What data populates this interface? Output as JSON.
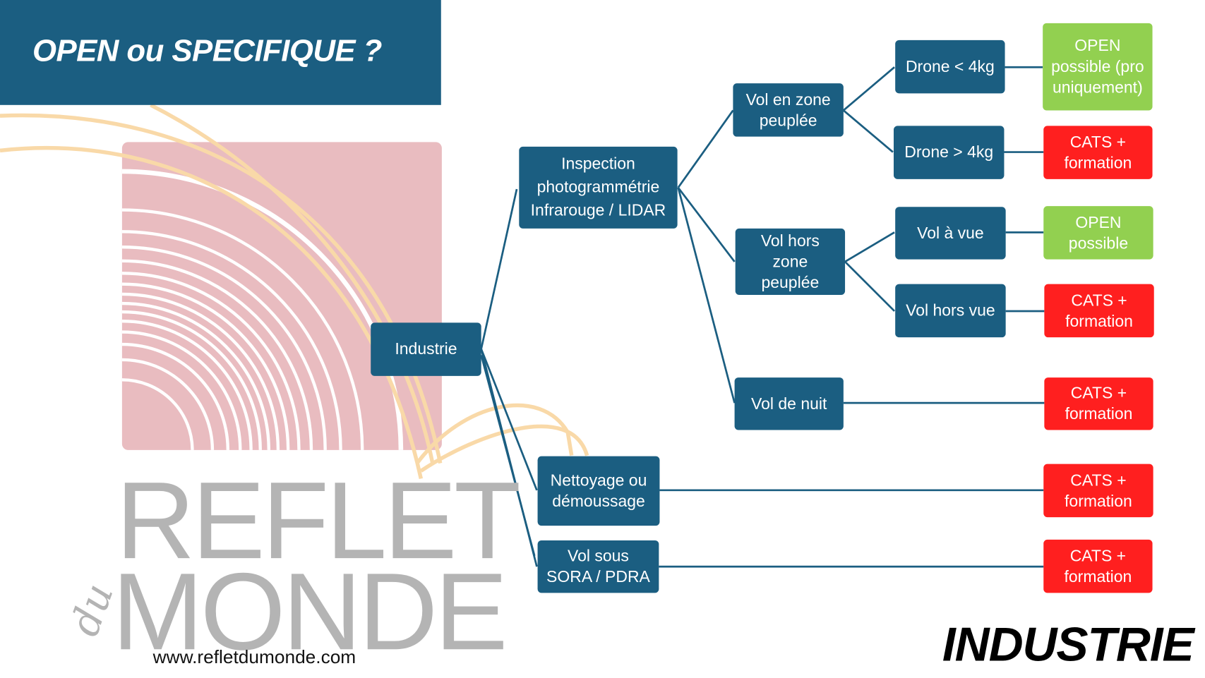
{
  "header": {
    "title": "OPEN ou SPECIFIQUE ?"
  },
  "logo": {
    "line1": "REFLET",
    "script": "du",
    "line2": "MONDE",
    "url": "www.refletdumonde.com"
  },
  "footer_title": "INDUSTRIE",
  "colors": {
    "node": "#1b5e81",
    "open": "#92d050",
    "cats": "#ff1f1f",
    "logo_pink": "#e9bcc0",
    "logo_orange": "#f9d9a8"
  },
  "tree": {
    "root": "Industrie",
    "inspection": "Inspection photogrammétrie\nInfrarouge / LIDAR",
    "nettoyage": "Nettoyage ou démoussage",
    "sora": "Vol sous SORA / PDRA",
    "zone_peuplee": "Vol en zone peuplée",
    "hors_zone": "Vol hors zone peuplée",
    "nuit": "Vol de nuit",
    "drone_lt": "Drone < 4kg",
    "drone_gt": "Drone > 4kg",
    "a_vue": "Vol à vue",
    "hors_vue": "Vol hors vue"
  },
  "outcomes": {
    "open_pro": "OPEN possible (pro uniquement)",
    "open": "OPEN possible",
    "cats": "CATS + formation"
  }
}
